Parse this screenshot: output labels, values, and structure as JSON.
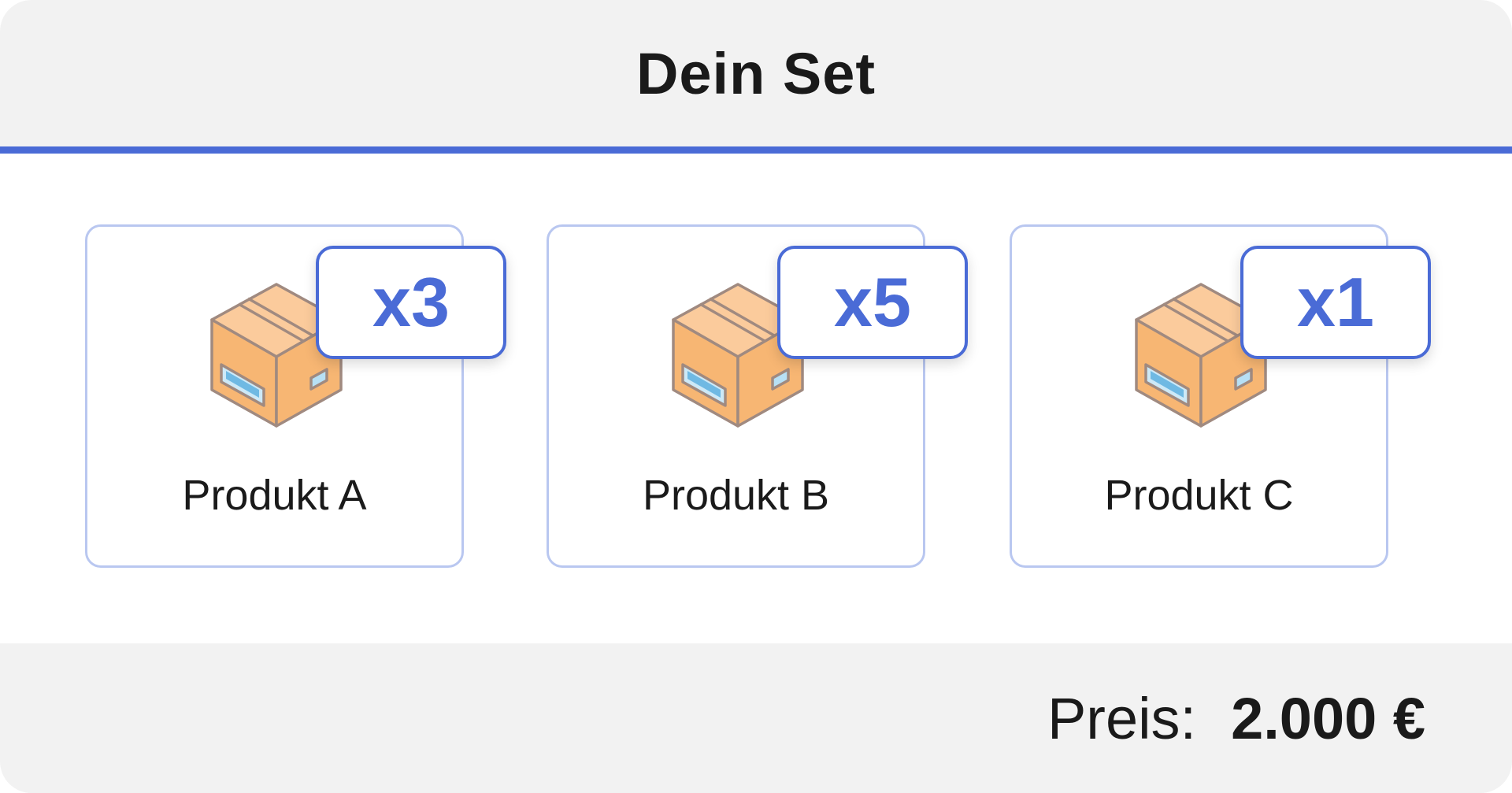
{
  "header": {
    "title": "Dein Set"
  },
  "colors": {
    "accent": "#4a6bd6",
    "card_border": "#b9c7f0",
    "box_fill": "#f7b673",
    "box_top": "#fbcb9c",
    "box_stroke": "#a08a80"
  },
  "products": [
    {
      "name": "Produkt A",
      "quantity": "x3",
      "icon": "package-box-icon"
    },
    {
      "name": "Produkt B",
      "quantity": "x5",
      "icon": "package-box-icon"
    },
    {
      "name": "Produkt C",
      "quantity": "x1",
      "icon": "package-box-icon"
    }
  ],
  "footer": {
    "price_label": "Preis:",
    "price_value": "2.000 €"
  }
}
